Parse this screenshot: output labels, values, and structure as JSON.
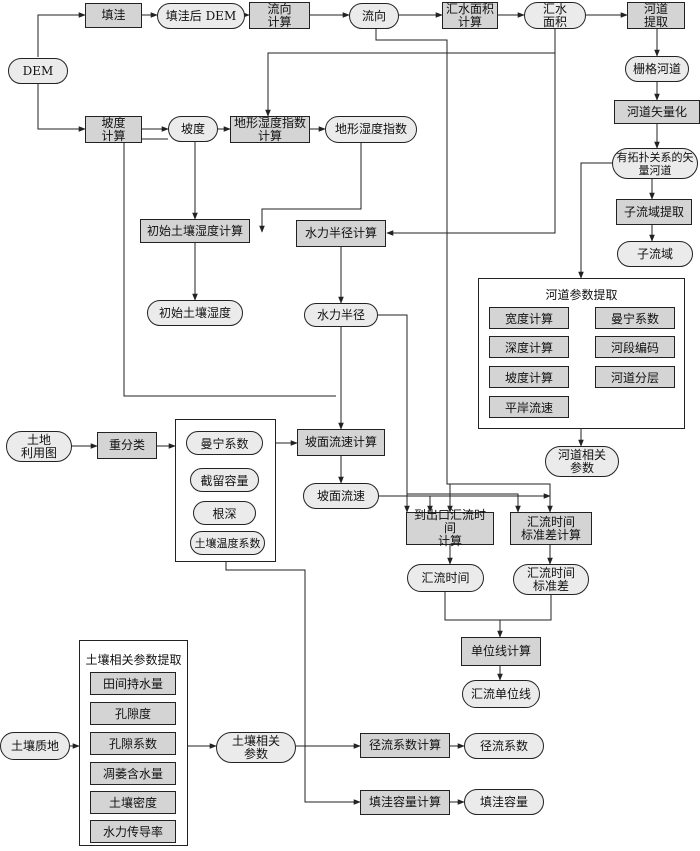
{
  "nodes": {
    "dem": "DEM",
    "fill": "填洼",
    "filled_dem": "填洼后 DEM",
    "flow_dir_calc": "流向\n计算",
    "flow_dir": "流向",
    "flow_acc_calc": "汇水面积\n计算",
    "flow_acc": "汇水\n面积",
    "river_extract": "河道\n提取",
    "raster_river": "栅格河道",
    "river_vectorize": "河道矢量化",
    "topo_river": "有拓扑关系的矢\n量河道",
    "subbasin_extract": "子流域提取",
    "subbasin": "子流域",
    "slope_calc": "坡度\n计算",
    "slope": "坡度",
    "twi_calc": "地形湿度指数\n计算",
    "twi": "地形湿度指数",
    "init_sm_calc": "初始土壤湿度计算",
    "init_sm": "初始土壤湿度",
    "hr_calc": "水力半径计算",
    "hr": "水力半径",
    "river_params": "河道相关\n参数",
    "landuse": "土地\n利用图",
    "reclass": "重分类",
    "overland_v_calc": "坡面流速计算",
    "overland_v": "坡面流速",
    "outlet_time_calc": "到出口汇流时间\n计算",
    "time_std_calc": "汇流时间\n标准差计算",
    "conc_time": "汇流时间",
    "time_std": "汇流时间\n标准差",
    "uh_calc": "单位线计算",
    "uh": "汇流单位线",
    "soil_texture": "土壤质地",
    "soil_params": "土壤相关\n参数",
    "runoff_coef_calc": "径流系数计算",
    "runoff_coef": "径流系数",
    "depression_calc": "填洼容量计算",
    "depression": "填洼容量"
  },
  "river_param_group": {
    "title": "河道参数提取",
    "items": [
      "宽度计算",
      "曼宁系数",
      "深度计算",
      "河段编码",
      "坡度计算",
      "河道分层",
      "平岸流速"
    ]
  },
  "landuse_group": {
    "items": [
      "曼宁系数",
      "截留容量",
      "根深",
      "土壤温度系数"
    ]
  },
  "soil_param_group": {
    "title": "土壤相关参数提取",
    "items": [
      "田间持水量",
      "孔隙度",
      "孔隙系数",
      "凋萎含水量",
      "土壤密度",
      "水力传导率"
    ]
  },
  "colors": {
    "process_fill": "#d4d4d4",
    "data_fill": "#ebebeb",
    "line": "#222222"
  }
}
